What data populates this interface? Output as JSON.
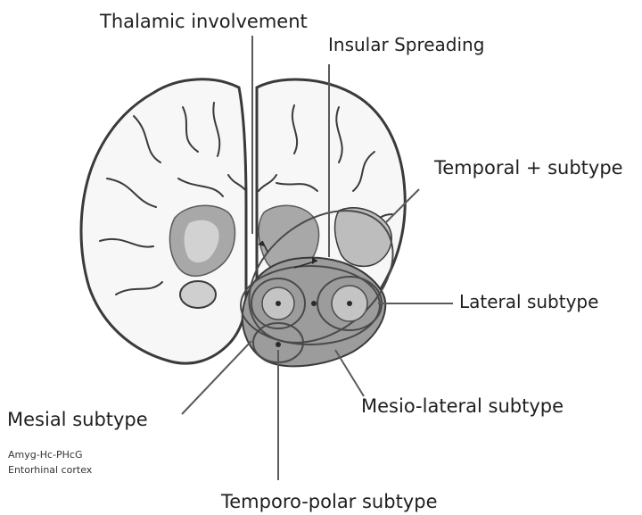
{
  "labels": {
    "thalamic": "Thalamic involvement",
    "insular": "Insular Spreading",
    "temporal_plus": "Temporal + subtype",
    "lateral": "Lateral subtype",
    "mesio_lateral": "Mesio-lateral subtype",
    "mesial": "Mesial subtype",
    "mesial_detail_1": "Amyg-Hc-PHcG",
    "mesial_detail_2": "Entorhinal cortex",
    "temporo_polar": "Temporo-polar subtype"
  },
  "colors": {
    "line": "#5a5a5a",
    "brain_outline": "#3a3a3a",
    "deep_grey": "#a8a8a8",
    "temporal_region": "#9c9c9c",
    "text": "#1f1f1f"
  }
}
